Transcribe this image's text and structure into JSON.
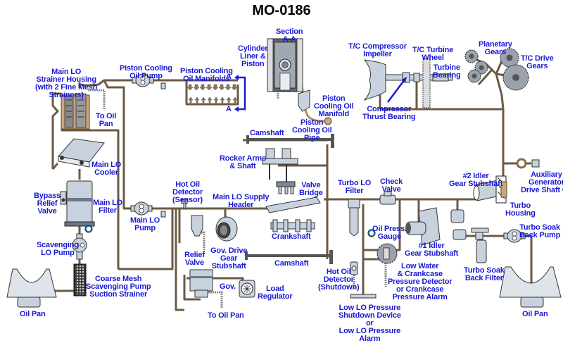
{
  "title": "MO-0186",
  "colors": {
    "label": "#1a1ad6",
    "pipe": "#6b5a45",
    "component_metal": "#c8d2de",
    "brass": "#c9a679",
    "title": "#000000"
  },
  "labels": {
    "section_aa": "Section\nA-A",
    "cylinder_liner_piston": "Cylinder\nLiner &\nPiston",
    "main_lo_strainer_housing": "Main LO\nStrainer Housing\n(with 2 Fine Mesh\nStrainers)",
    "piston_cooling_oil_pump": "Piston Cooling\nOil Pump",
    "piston_cooling_oil_manifolds": "Piston Cooling\nOil Manifolds",
    "section_marker_a_top": "A",
    "section_marker_a_bottom": "A",
    "to_oil_pan_strainer": "To Oil\nPan",
    "piston_cooling_oil_manifold": "Piston\nCooling Oil\nManifold",
    "piston_cooling_oil_pipe": "Piston\nCooling Oil\nPipe",
    "tc_compressor_impeller": "T/C Compressor\nImpeller",
    "tc_turbine_wheel": "T/C Turbine\nWheel",
    "turbine_bearing": "Turbine\nBearing",
    "compressor_thrust_bearing": "Compressor\nThrust Bearing",
    "planetary_gears": "Planetary\nGears",
    "tc_drive_gears": "T/C Drive\nGears",
    "camshaft_top": "Camshaft",
    "rocker_arms_shaft": "Rocker Arms\n& Shaft",
    "main_lo_cooler": "Main LO\nCooler",
    "valve_bridge": "Valve\nBridge",
    "hot_oil_detector_sensor": "Hot Oil\nDetector\n(Sensor)",
    "main_lo_supply_header": "Main LO Supply\nHeader",
    "turbo_lo_filter": "Turbo LO\nFilter",
    "check_valve": "Check\nValve",
    "idler_2_gear_stubshaft": "#2 Idler\nGear Stubshaft",
    "auxiliary_generator_drive_shaft_oil": "Auxiliary\nGenerator\nDrive Shaft Oil",
    "bypass_relief_valve": "Bypass\nRelief\nValve",
    "main_lo_filter": "Main LO\nFilter",
    "main_lo_pump": "Main LO\nPump",
    "turbo_housing": "Turbo\nHousing",
    "crankshaft": "Crankshaft",
    "oil_press_gauge": "Oil Press.\nGauge",
    "idler_1_gear_stubshaft": "#1 Idler\nGear Stubshaft",
    "turbo_soak_back_pump": "Turbo Soak\nBack Pump",
    "scavenging_lo_pump": "Scavenging\nLO Pump",
    "relief_valve": "Relief\nValve",
    "gov_drive_gear_stubshaft": "Gov. Drive\nGear\nStubshaft",
    "camshaft_bottom": "Camshaft",
    "low_water_crankcase_detector": "Low Water\n& Crankcase\nPressure Detector\nor Crankcase\nPressure Alarm",
    "turbo_soak_back_filter": "Turbo Soak\nBack Filter",
    "coarse_mesh_strainer": "Coarse Mesh\nScavenging Pump\nSuction Strainer",
    "hot_oil_detector_shutdown": "Hot Oil\nDetector\n(Shutdown)",
    "governor": "Gov.",
    "load_regulator": "Load\nRegulator",
    "oil_pan_left": "Oil Pan",
    "to_oil_pan_governor": "To Oil Pan",
    "low_lo_pressure_shutdown": "Low LO Pressure\nShutdown Device\nor\nLow LO Pressure\nAlarm",
    "oil_pan_right": "Oil Pan"
  }
}
